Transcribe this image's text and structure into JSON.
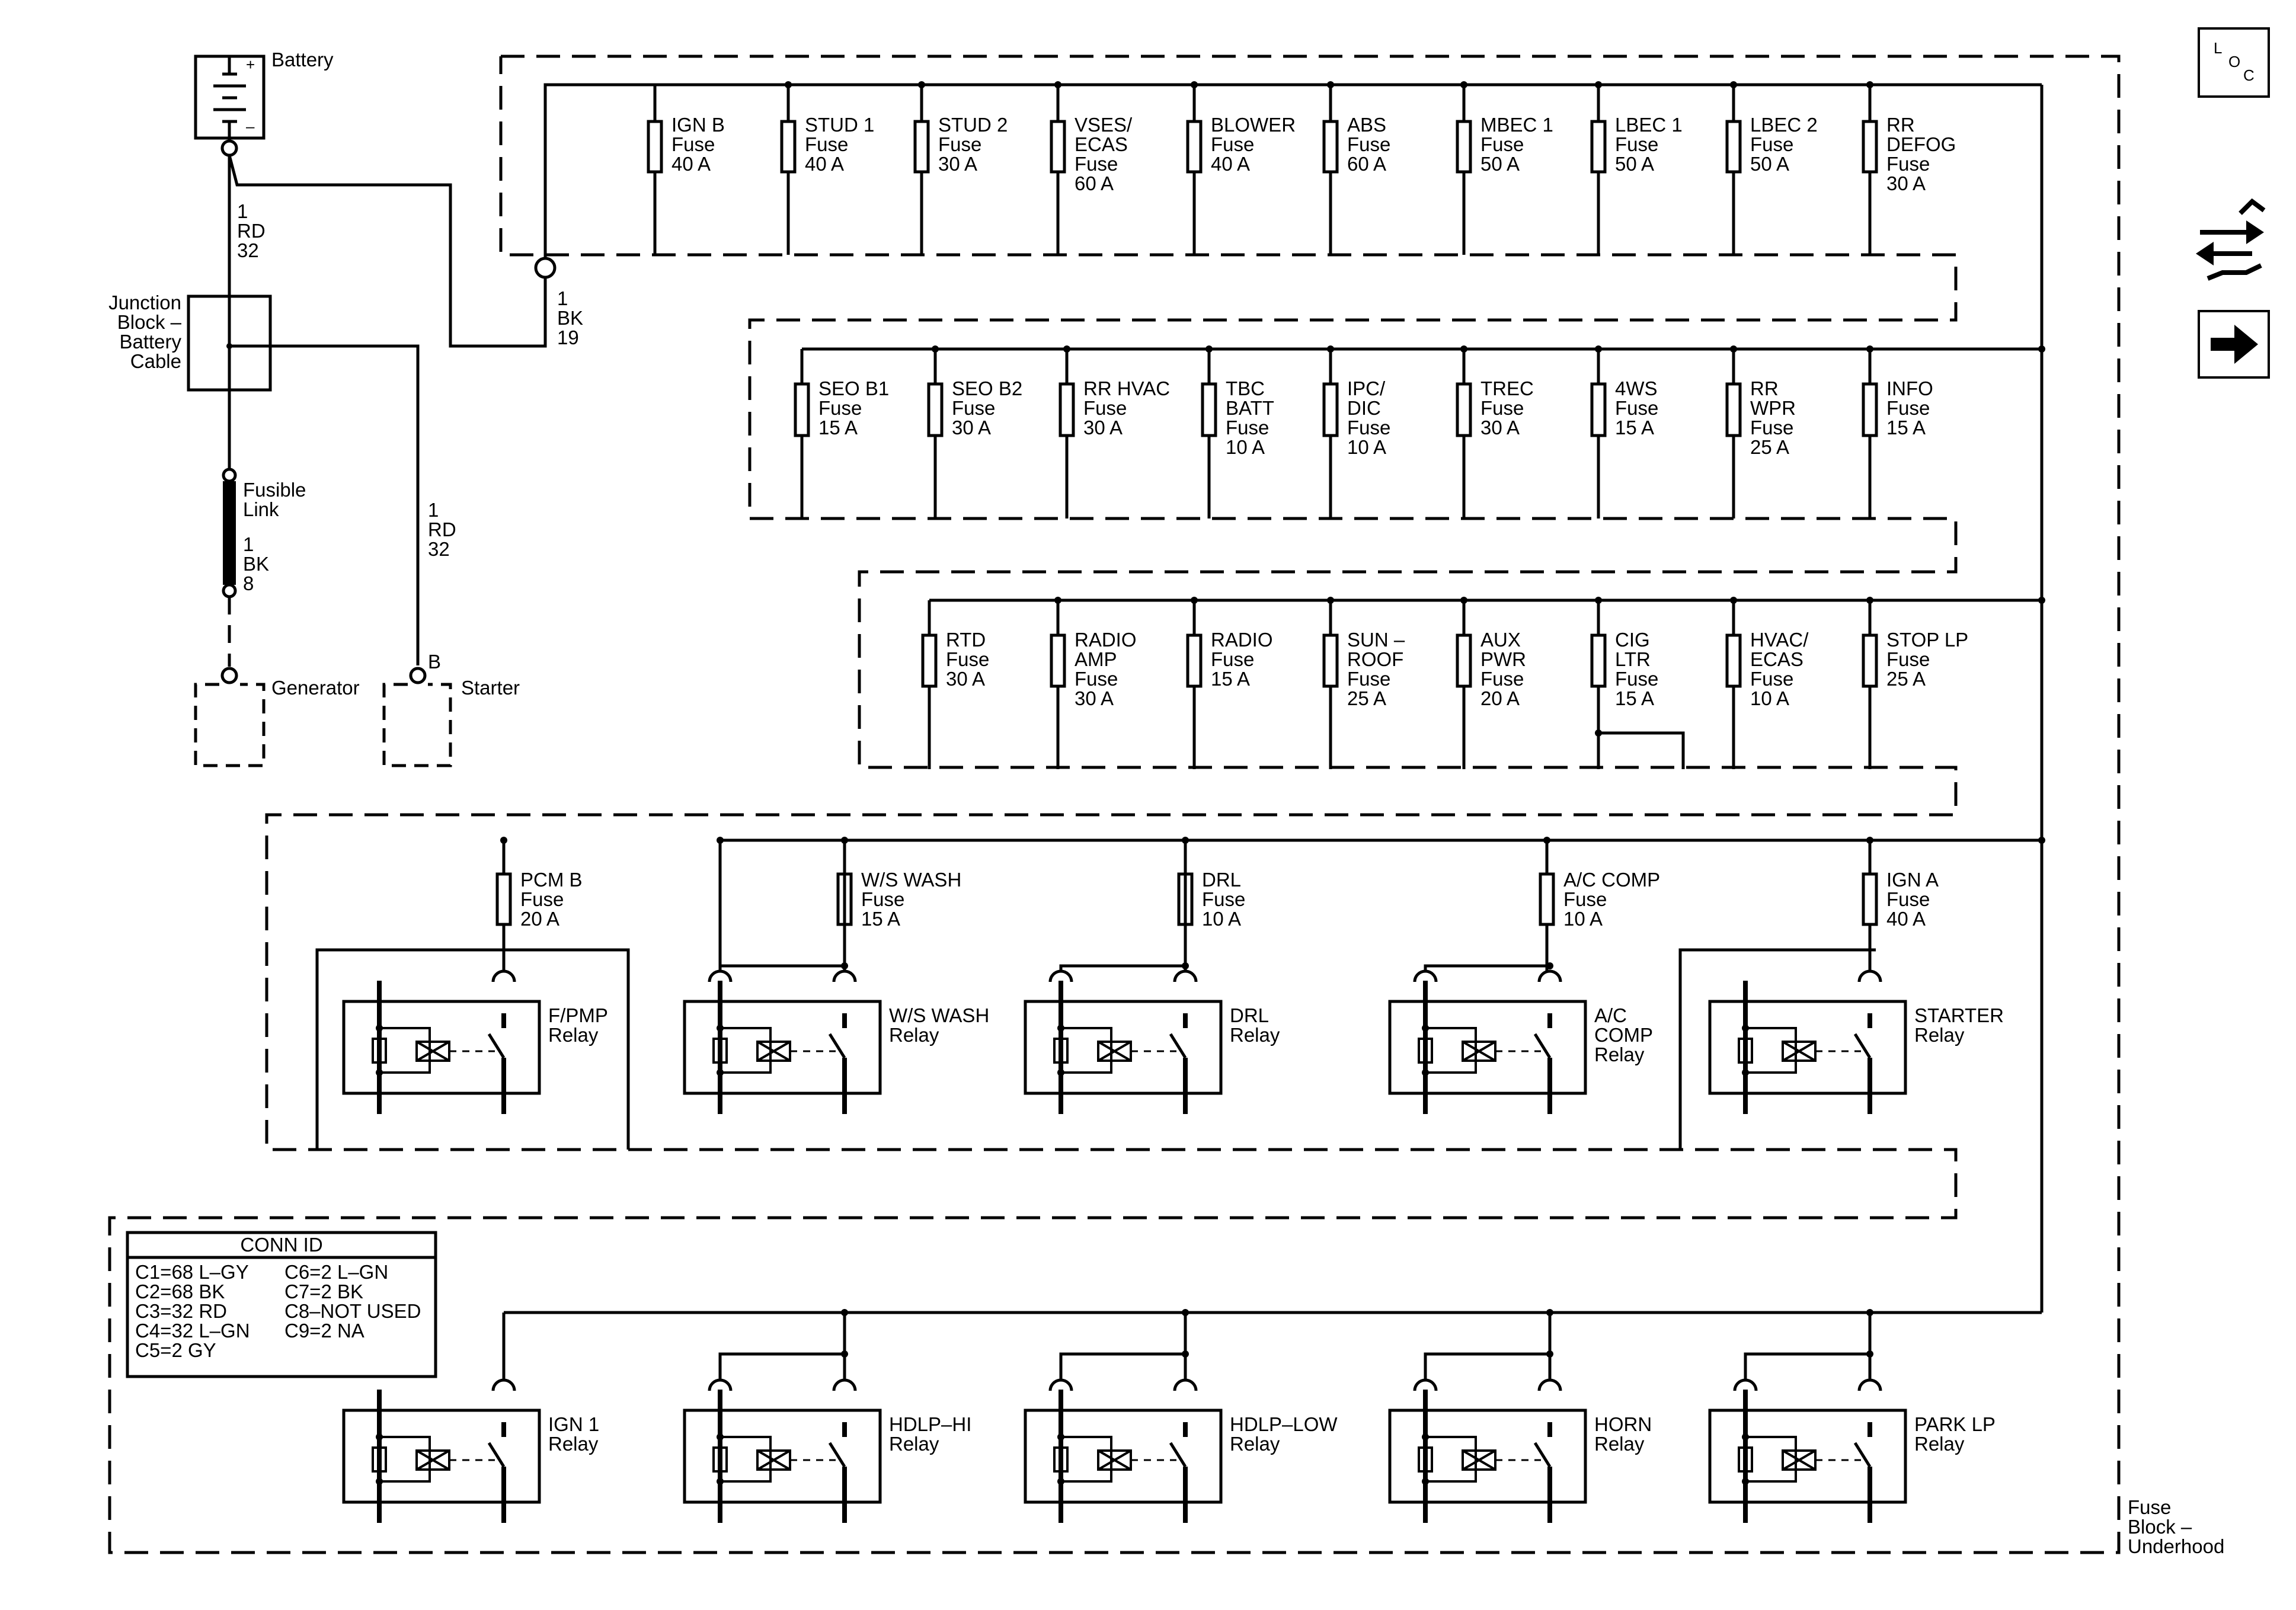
{
  "battery": {
    "label": "Battery",
    "plus": "+",
    "minus": "–"
  },
  "junction": {
    "lines": [
      "Junction",
      "Block –",
      "Battery",
      "Cable"
    ]
  },
  "fusible": {
    "lines": [
      "Fusible",
      "Link"
    ]
  },
  "wires": {
    "batt_to_junction": [
      "1",
      "RD",
      "32"
    ],
    "batt_to_bus": [
      "1",
      "BK",
      "19"
    ],
    "fusible_wire": [
      "1",
      "BK",
      "8"
    ],
    "starter_wire": [
      "1",
      "RD",
      "32"
    ],
    "starter_terminal": "B"
  },
  "generator": {
    "label": "Generator"
  },
  "starter": {
    "label": "Starter"
  },
  "row1_fuses": [
    {
      "lines": [
        "IGN B",
        "Fuse",
        "40 A"
      ]
    },
    {
      "lines": [
        "STUD 1",
        "Fuse",
        "40 A"
      ]
    },
    {
      "lines": [
        "STUD 2",
        "Fuse",
        "30 A"
      ]
    },
    {
      "lines": [
        "VSES/",
        "ECAS",
        "Fuse",
        "60 A"
      ]
    },
    {
      "lines": [
        "BLOWER",
        "Fuse",
        "40 A"
      ]
    },
    {
      "lines": [
        "ABS",
        "Fuse",
        "60 A"
      ]
    },
    {
      "lines": [
        "MBEC 1",
        "Fuse",
        "50 A"
      ]
    },
    {
      "lines": [
        "LBEC 1",
        "Fuse",
        "50 A"
      ]
    },
    {
      "lines": [
        "LBEC 2",
        "Fuse",
        "50 A"
      ]
    },
    {
      "lines": [
        "RR",
        "DEFOG",
        "Fuse",
        "30 A"
      ]
    }
  ],
  "row2_fuses": [
    {
      "lines": [
        "SEO B1",
        "Fuse",
        "15 A"
      ]
    },
    {
      "lines": [
        "SEO B2",
        "Fuse",
        "30 A"
      ]
    },
    {
      "lines": [
        "RR HVAC",
        "Fuse",
        "30 A"
      ]
    },
    {
      "lines": [
        "TBC",
        "BATT",
        "Fuse",
        "10 A"
      ]
    },
    {
      "lines": [
        "IPC/",
        "DIC",
        "Fuse",
        "10 A"
      ]
    },
    {
      "lines": [
        "TREC",
        "Fuse",
        "30 A"
      ]
    },
    {
      "lines": [
        "4WS",
        "Fuse",
        "15 A"
      ]
    },
    {
      "lines": [
        "RR",
        "WPR",
        "Fuse",
        "25 A"
      ]
    },
    {
      "lines": [
        "INFO",
        "Fuse",
        "15 A"
      ]
    }
  ],
  "row3_fuses": [
    {
      "lines": [
        "RTD",
        "Fuse",
        "30 A"
      ]
    },
    {
      "lines": [
        "RADIO",
        "AMP",
        "Fuse",
        "30 A"
      ]
    },
    {
      "lines": [
        "RADIO",
        "Fuse",
        "15 A"
      ]
    },
    {
      "lines": [
        "SUN –",
        "ROOF",
        "Fuse",
        "25 A"
      ]
    },
    {
      "lines": [
        "AUX",
        "PWR",
        "Fuse",
        "20 A"
      ]
    },
    {
      "lines": [
        "CIG",
        "LTR",
        "Fuse",
        "15 A"
      ]
    },
    {
      "lines": [
        "HVAC/",
        "ECAS",
        "Fuse",
        "10 A"
      ]
    },
    {
      "lines": [
        "STOP LP",
        "Fuse",
        "25 A"
      ]
    }
  ],
  "row4_fuses": [
    {
      "lines": [
        "PCM B",
        "Fuse",
        "20 A"
      ]
    },
    {
      "lines": [
        "W/S WASH",
        "Fuse",
        "15 A"
      ]
    },
    {
      "lines": [
        "DRL",
        "Fuse",
        "10 A"
      ]
    },
    {
      "lines": [
        "A/C COMP",
        "Fuse",
        "10 A"
      ]
    },
    {
      "lines": [
        "IGN A",
        "Fuse",
        "40 A"
      ]
    }
  ],
  "relays_row1": [
    {
      "lines": [
        "F/PMP",
        "Relay"
      ]
    },
    {
      "lines": [
        "W/S WASH",
        "Relay"
      ]
    },
    {
      "lines": [
        "DRL",
        "Relay"
      ]
    },
    {
      "lines": [
        "A/C",
        "COMP",
        "Relay"
      ]
    },
    {
      "lines": [
        "STARTER",
        "Relay"
      ]
    }
  ],
  "relays_row2": [
    {
      "lines": [
        "IGN 1",
        "Relay"
      ]
    },
    {
      "lines": [
        "HDLP–HI",
        "Relay"
      ]
    },
    {
      "lines": [
        "HDLP–LOW",
        "Relay"
      ]
    },
    {
      "lines": [
        "HORN",
        "Relay"
      ]
    },
    {
      "lines": [
        "PARK LP",
        "Relay"
      ]
    }
  ],
  "conn_id": {
    "title": "CONN ID",
    "left": [
      "C1=68 L–GY",
      "C2=68 BK",
      "C3=32 RD",
      "C4=32 L–GN",
      "C5=2 GY"
    ],
    "right": [
      "C6=2 L–GN",
      "C7=2 BK",
      "C8–NOT USED",
      "C9=2 NA"
    ]
  },
  "fuse_block_label": [
    "Fuse",
    "Block –",
    "Underhood"
  ],
  "loc_icon": {
    "letters": [
      "L",
      "O",
      "C"
    ]
  }
}
